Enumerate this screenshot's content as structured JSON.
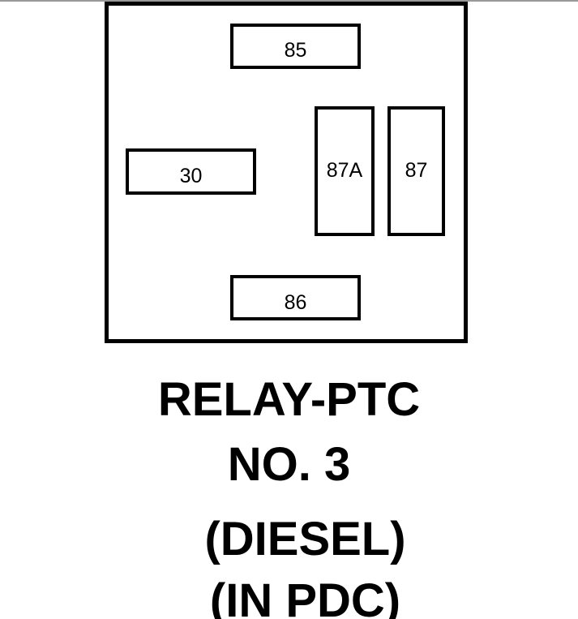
{
  "relay": {
    "pins": {
      "pin_85": "85",
      "pin_30": "30",
      "pin_87a": "87A",
      "pin_87": "87",
      "pin_86": "86"
    }
  },
  "caption": {
    "line1": "RELAY-PTC",
    "line2": "NO. 3",
    "line3": "(DIESEL)",
    "line4": "(IN PDC)"
  }
}
